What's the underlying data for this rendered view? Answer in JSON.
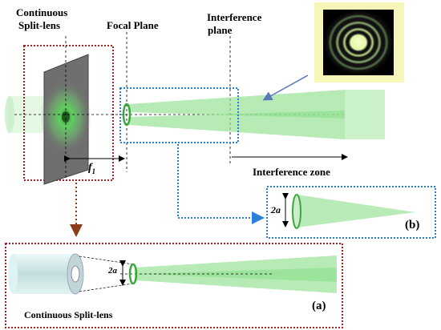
{
  "labels": {
    "continuous_line1": "Continuous",
    "continuous_line2": "Split-lens",
    "focal_plane": "Focal Plane",
    "interference_line1": "Interference",
    "interference_line2": "plane",
    "focal_length_symbol": "f",
    "focal_length_subscript": "1",
    "interference_zone": "Interference zone",
    "dim_2a_b": "2a",
    "dim_2a_a": "2a",
    "panel_b": "(b)",
    "panel_a": "(a)",
    "bottom_caption": "Continuous Split-lens"
  },
  "colors": {
    "beam_green": "#7fdc7f",
    "beam_light": "#c6f0c6",
    "red_box": "#a02020",
    "blue_box": "#2a7fd8",
    "brown_arrow": "#8b3a1a",
    "inset_bg": "#f8f8c0",
    "lens_plate": "#707070"
  }
}
